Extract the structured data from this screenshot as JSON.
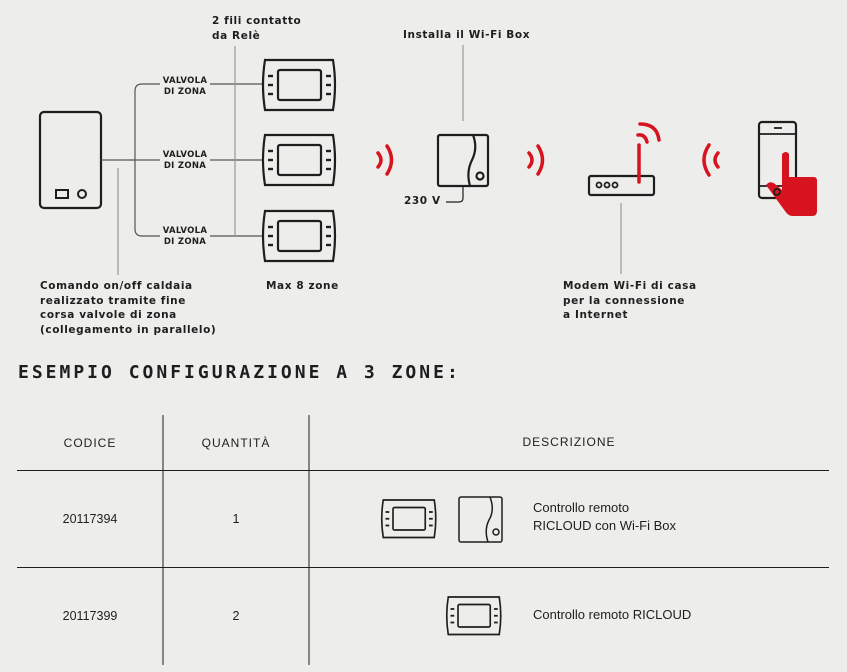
{
  "diagram": {
    "relay_label": [
      "2 fili contatto",
      "da Relè"
    ],
    "valve_labels": [
      [
        "VALVOLA",
        "DI ZONA"
      ],
      [
        "VALVOLA",
        "DI ZONA"
      ],
      [
        "VALVOLA",
        "DI ZONA"
      ]
    ],
    "boiler_label": [
      "Comando on/off caldaia",
      "realizzato tramite fine",
      "corsa valvole di zona",
      "(collegamento in parallelo)"
    ],
    "max_zones": "Max 8 zone",
    "wifi_box_label": "Installa il Wi-Fi Box",
    "voltage": "230 V",
    "modem_label": [
      "Modem Wi-Fi di casa",
      "per la connessione",
      "a Internet"
    ],
    "accent_color": "#d7131f"
  },
  "section_title": "ESEMPIO CONFIGURAZIONE A 3 ZONE:",
  "table": {
    "headers": [
      "CODICE",
      "QUANTITÀ",
      "DESCRIZIONE"
    ],
    "rows": [
      {
        "code": "20117394",
        "qty": "1",
        "desc": [
          "Controllo remoto",
          "RICLOUD con Wi-Fi Box"
        ]
      },
      {
        "code": "20117399",
        "qty": "2",
        "desc": [
          "Controllo remoto RICLOUD"
        ]
      }
    ]
  }
}
